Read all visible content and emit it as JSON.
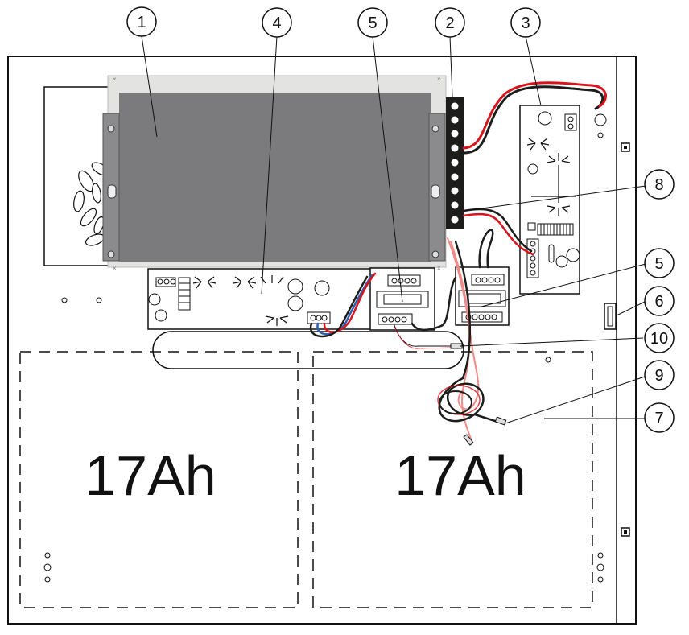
{
  "callouts": [
    "1",
    "4",
    "5",
    "2",
    "3",
    "8",
    "5",
    "6",
    "10",
    "9",
    "7"
  ],
  "batteries": [
    {
      "label": "17Ah"
    },
    {
      "label": "17Ah"
    }
  ],
  "colors": {
    "panel_gray": "#7b7b7d",
    "panel_frame": "#e3e3e1",
    "wire_red": "#d8141c",
    "wire_pink": "#f08a86",
    "wire_blue": "#2f5fb2",
    "terminal_block": "#1d1d1b"
  }
}
